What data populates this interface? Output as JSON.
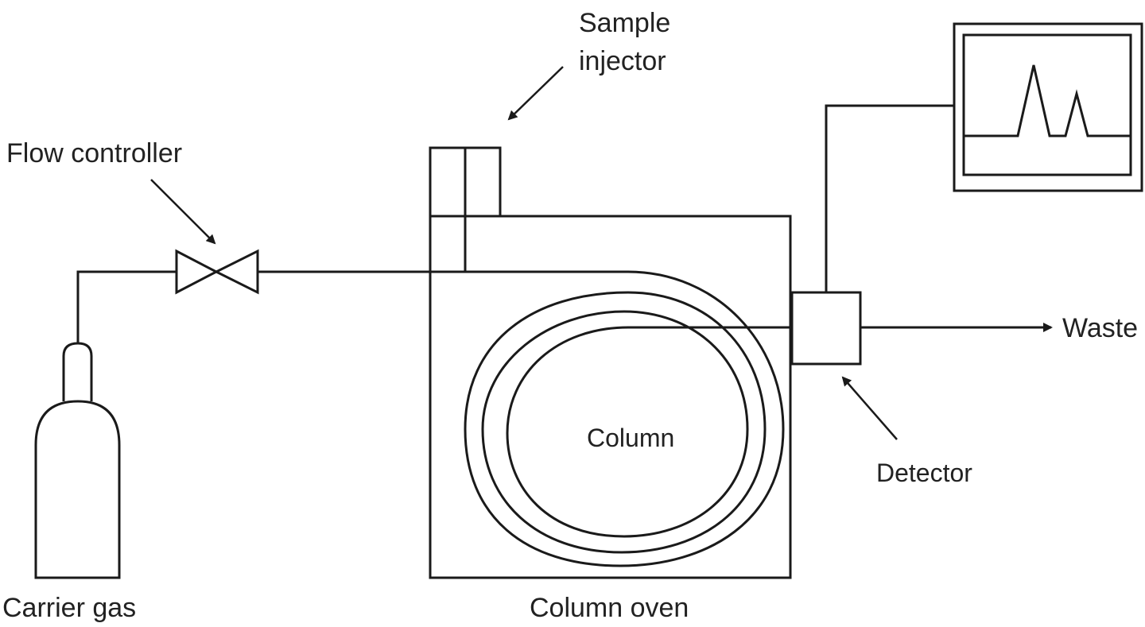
{
  "labels": {
    "sample_injector_line1": "Sample",
    "sample_injector_line2": "injector",
    "flow_controller": "Flow controller",
    "carrier_gas": "Carrier gas",
    "column": "Column",
    "column_oven": "Column oven",
    "detector": "Detector",
    "waste": "Waste"
  },
  "colors": {
    "line": "#1a1a1a",
    "text": "#222222",
    "background": "#ffffff"
  }
}
